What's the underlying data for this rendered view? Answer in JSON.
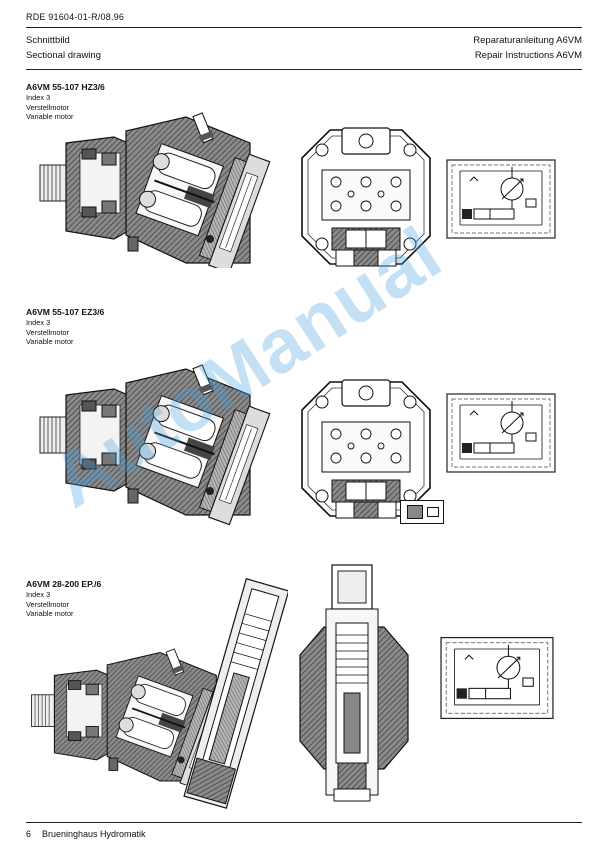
{
  "doc_number": "RDE 91604-01-R/08.96",
  "header": {
    "left_line1": "Schnittbild",
    "left_line2": "Sectional drawing",
    "right_line1": "Reparaturanleitung A6VM",
    "right_line2": "Repair Instructions A6VM"
  },
  "sections": [
    {
      "title": "A6VM 55-107 HZ3/6",
      "index": "Index 3",
      "de": "Verstellmotor",
      "en": "Variable motor"
    },
    {
      "title": "A6VM 55-107 EZ3/6",
      "index": "Index 3",
      "de": "Verstellmotor",
      "en": "Variable motor"
    },
    {
      "title": "A6VM 28-200 EP./6",
      "index": "Index 3",
      "de": "Verstellmotor",
      "en": "Variable motor"
    }
  ],
  "watermark": "AutoManual",
  "footer": {
    "page": "6",
    "company": "Brueninghaus Hydromatik"
  }
}
